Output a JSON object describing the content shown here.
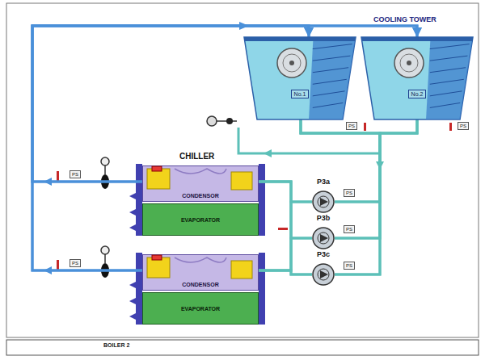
{
  "diagram": {
    "nodes": [
      {
        "text": [
          "No.1"
        ]
      },
      {
        "text": [
          "No.2"
        ]
      },
      {
        "text": [
          "CONDENSOR"
        ]
      },
      {
        "text": [
          "EVAPORATOR"
        ]
      },
      {
        "text": [
          "CONDENSOR"
        ]
      },
      {
        "text": [
          "EVAPORATOR"
        ]
      },
      {
        "text": [
          "P3a"
        ]
      },
      {
        "text": [
          "P3b"
        ]
      },
      {
        "text": [
          "P3c"
        ]
      }
    ],
    "edges": [
      {
        "from": 2,
        "to": 0,
        "arrow": "to"
      },
      {
        "from": 2,
        "to": 1,
        "arrow": "to"
      },
      {
        "from": 4,
        "to": 0,
        "arrow": "to"
      },
      {
        "from": 4,
        "to": 1,
        "arrow": "to"
      },
      {
        "from": 0,
        "to": 6,
        "arrow": "none"
      },
      {
        "from": 0,
        "to": 7,
        "arrow": "none"
      },
      {
        "from": 0,
        "to": 8,
        "arrow": "none"
      },
      {
        "from": 1,
        "to": 6,
        "arrow": "none"
      },
      {
        "from": 1,
        "to": 7,
        "arrow": "none"
      },
      {
        "from": 1,
        "to": 8,
        "arrow": "none"
      },
      {
        "from": 6,
        "to": 2,
        "arrow": "none"
      },
      {
        "from": 6,
        "to": 4,
        "arrow": "none"
      },
      {
        "from": 7,
        "to": 2,
        "arrow": "none"
      },
      {
        "from": 7,
        "to": 4,
        "arrow": "none"
      },
      {
        "from": 8,
        "to": 2,
        "arrow": "none"
      },
      {
        "from": 8,
        "to": 4,
        "arrow": "none"
      }
    ],
    "labels": [
      "COOLING TOWER",
      "CHILLER",
      "PS",
      "PS",
      "PS",
      "PS",
      "PS",
      "PS",
      "PS",
      "BOILER 2"
    ]
  }
}
